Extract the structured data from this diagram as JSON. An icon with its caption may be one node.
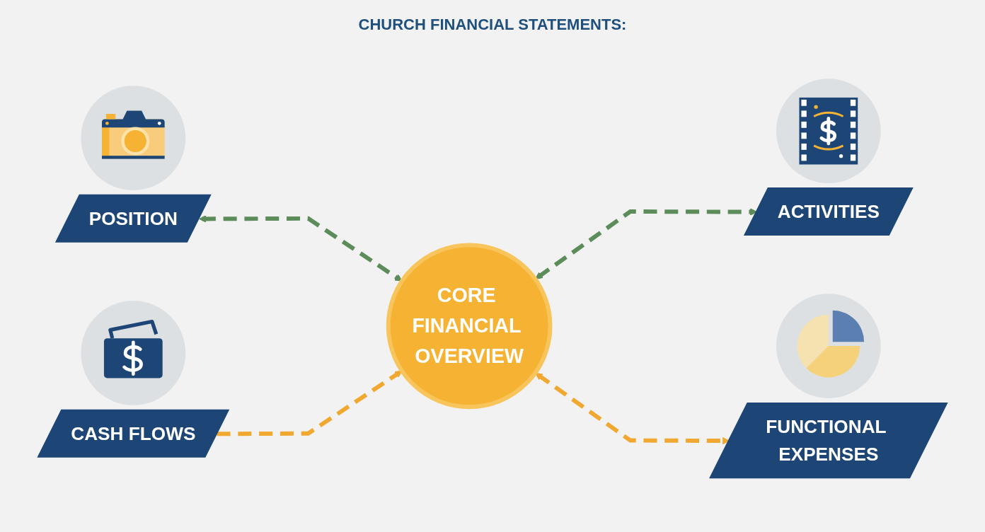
{
  "diagram": {
    "title": "CHURCH FINANCIAL STATEMENTS:",
    "nodes": [
      {
        "text": [
          "POSITION"
        ]
      },
      {
        "text": [
          "ACTIVITIES"
        ]
      },
      {
        "text": [
          "CORE FINANCIAL OVERVIEW"
        ]
      },
      {
        "text": [
          "CASH FLOWS"
        ]
      },
      {
        "text": [
          "FUNCTIONAL EXPENSES"
        ]
      }
    ],
    "edges": [
      {
        "from": 0,
        "to": 2,
        "arrow": "both",
        "style": "dashed",
        "color": "#5b8c5a"
      },
      {
        "from": 2,
        "to": 1,
        "arrow": "both",
        "style": "dashed",
        "color": "#5b8c5a"
      },
      {
        "from": 3,
        "to": 2,
        "arrow": "to",
        "style": "dashed",
        "color": "#f0a830"
      },
      {
        "from": 2,
        "to": 4,
        "arrow": "both",
        "style": "dashed",
        "color": "#f0a830"
      }
    ]
  }
}
